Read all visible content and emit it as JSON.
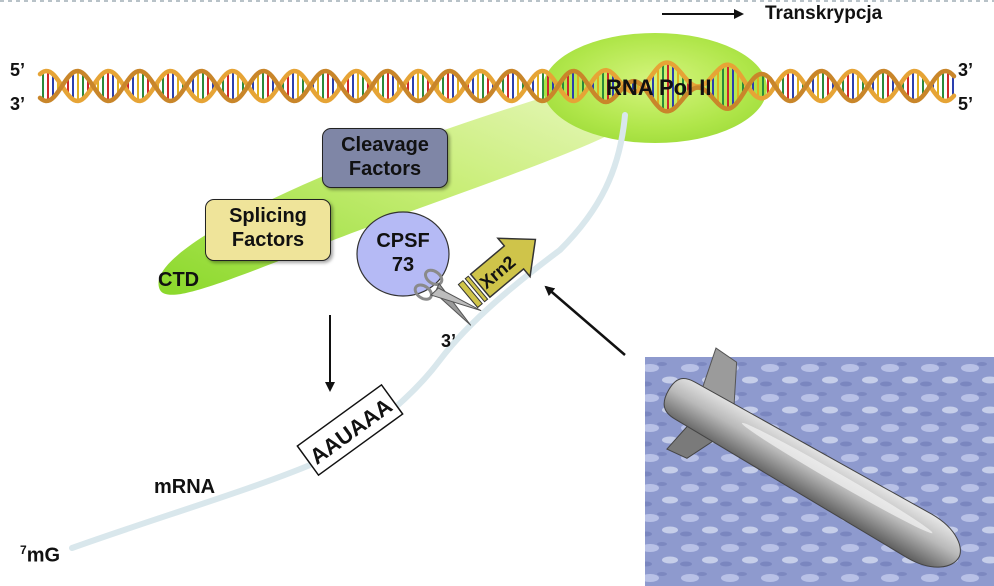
{
  "transcription_label": "Transkrypcja",
  "dna": {
    "left_top": "5’",
    "left_bottom": "3’",
    "right_top": "3’",
    "right_bottom": "5’"
  },
  "polymerase_label": "RNA Pol II",
  "ctd_label": "CTD",
  "cleavage_factors_label": "Cleavage\nFactors",
  "splicing_factors_label": "Splicing\nFactors",
  "cpsf_label": "CPSF\n73",
  "xrn2_label": "Xrn2",
  "three_prime_label": "3’",
  "signal_label": "AAUAAA",
  "mrna_label": "mRNA",
  "cap_label": "mG",
  "cap_superscript": "7",
  "colors": {
    "ctd_green": "#9de23a",
    "polymerase_green": "#b5e84a",
    "cleavage_box": "#7f86a6",
    "splicing_box": "#efe49a",
    "cpsf_circle": "#b5baf5",
    "xrn2_arrow": "#cfc44a",
    "mrna_strand": "#d9e7ec",
    "photo_water": "#8f9bd0"
  }
}
